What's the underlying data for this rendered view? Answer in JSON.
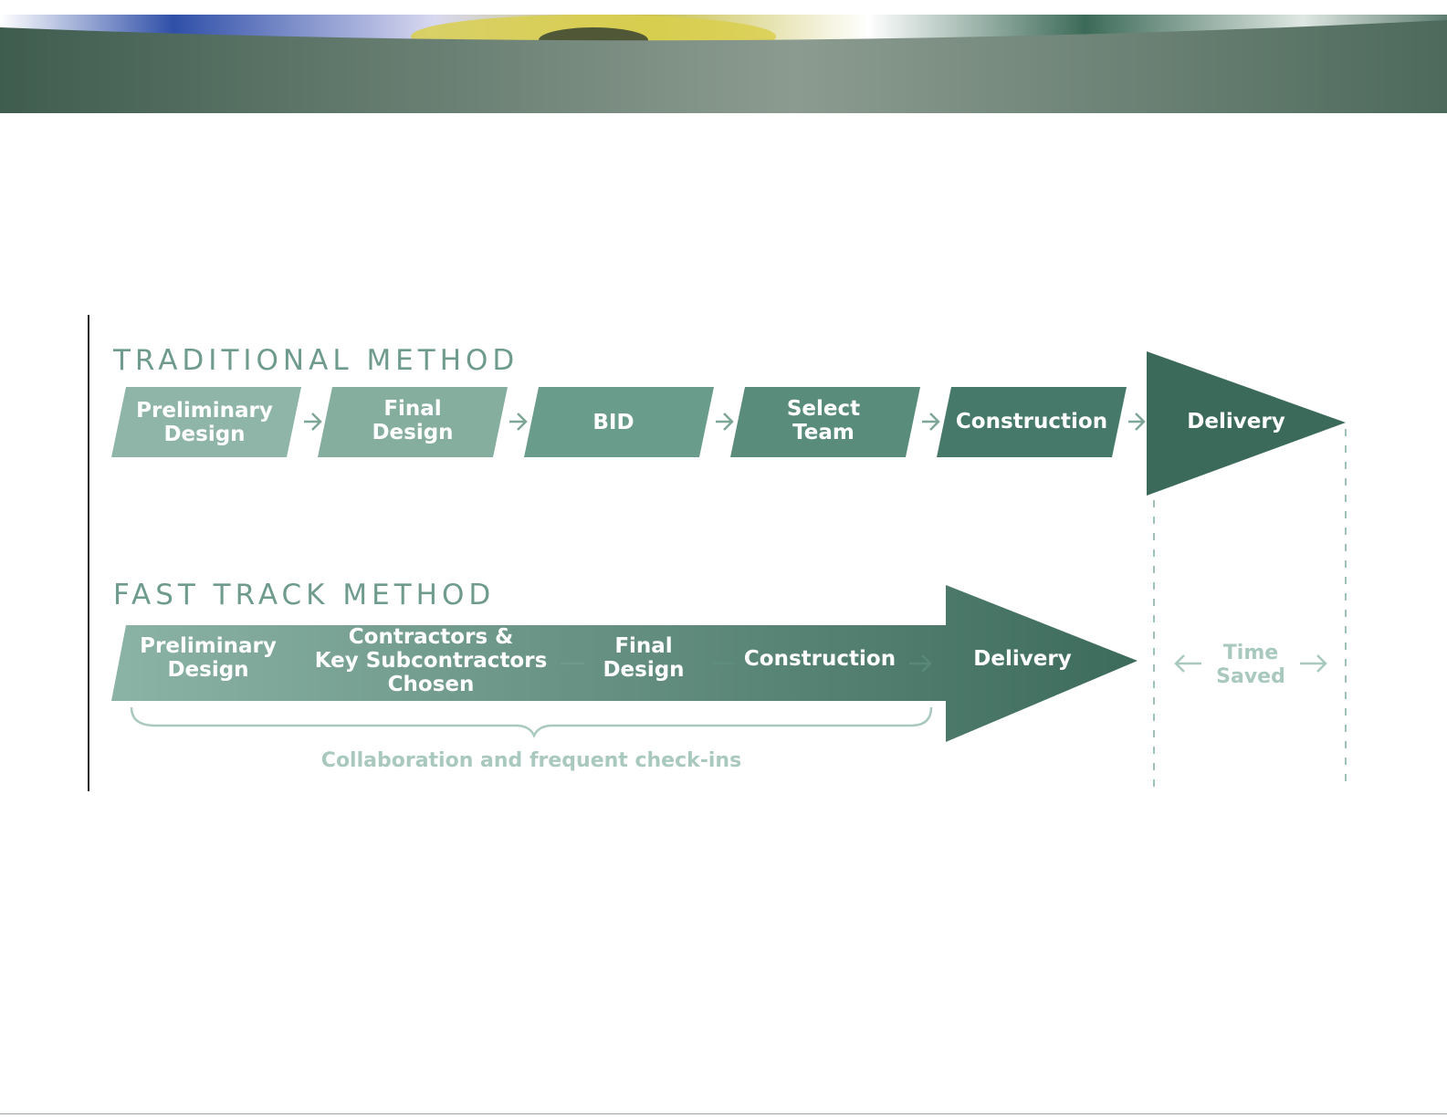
{
  "traditional": {
    "heading": "TRADITIONAL METHOD",
    "steps": [
      {
        "line1": "Preliminary",
        "line2": "Design"
      },
      {
        "line1": "Final",
        "line2": "Design"
      },
      {
        "line1": "BID",
        "line2": ""
      },
      {
        "line1": "Select",
        "line2": "Team"
      },
      {
        "line1": "Construction",
        "line2": ""
      }
    ],
    "delivery": "Delivery"
  },
  "fast_track": {
    "heading": "FAST TRACK METHOD",
    "steps": [
      {
        "line1": "Preliminary",
        "line2": "Design",
        "line3": ""
      },
      {
        "line1": "Contractors &",
        "line2": "Key Subcontractors",
        "line3": "Chosen"
      },
      {
        "line1": "Final",
        "line2": "Design",
        "line3": ""
      },
      {
        "line1": "Construction",
        "line2": "",
        "line3": ""
      }
    ],
    "delivery": "Delivery",
    "collaboration_label": "Collaboration and frequent check-ins"
  },
  "time_saved": {
    "line1": "Time",
    "line2": "Saved"
  },
  "colors": {
    "step_light": "#8fb5a8",
    "step_mid": "#6a9c8c",
    "step_dark": "#3f6e5e",
    "delivery": "#3b6a5a",
    "heading": "#6e9b8d",
    "faint": "#a9c9be"
  }
}
